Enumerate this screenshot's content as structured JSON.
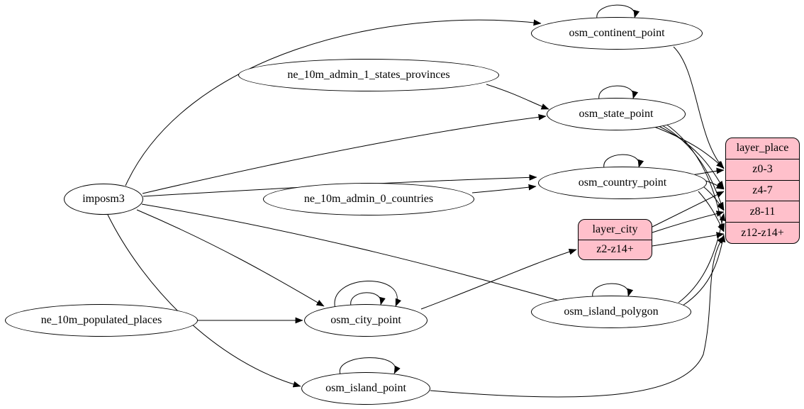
{
  "diagram": {
    "type": "graphviz-etl-flow",
    "colors": {
      "background": "#ffffff",
      "edge_stroke": "#000000",
      "ellipse_fill": "#ffffff",
      "record_fill": "#ffc0cb",
      "text": "#000000"
    },
    "nodes": [
      {
        "id": "imposm3",
        "label": "imposm3",
        "type": "ellipse"
      },
      {
        "id": "ne_10m_admin_1_states_provinces",
        "label": "ne_10m_admin_1_states_provinces",
        "type": "ellipse"
      },
      {
        "id": "ne_10m_admin_0_countries",
        "label": "ne_10m_admin_0_countries",
        "type": "ellipse"
      },
      {
        "id": "ne_10m_populated_places",
        "label": "ne_10m_populated_places",
        "type": "ellipse"
      },
      {
        "id": "osm_continent_point",
        "label": "osm_continent_point",
        "type": "ellipse"
      },
      {
        "id": "osm_state_point",
        "label": "osm_state_point",
        "type": "ellipse"
      },
      {
        "id": "osm_country_point",
        "label": "osm_country_point",
        "type": "ellipse"
      },
      {
        "id": "osm_city_point",
        "label": "osm_city_point",
        "type": "ellipse"
      },
      {
        "id": "osm_island_polygon",
        "label": "osm_island_polygon",
        "type": "ellipse"
      },
      {
        "id": "osm_island_point",
        "label": "osm_island_point",
        "type": "ellipse"
      },
      {
        "id": "layer_city",
        "type": "record",
        "rows": [
          "layer_city",
          "z2-z14+"
        ]
      },
      {
        "id": "layer_place",
        "type": "record",
        "rows": [
          "layer_place",
          "z0-3",
          "z4-7",
          "z8-11",
          "z12-z14+"
        ]
      }
    ],
    "edges": [
      {
        "from": "imposm3",
        "to": "osm_continent_point"
      },
      {
        "from": "imposm3",
        "to": "osm_state_point"
      },
      {
        "from": "imposm3",
        "to": "osm_country_point"
      },
      {
        "from": "imposm3",
        "to": "osm_city_point"
      },
      {
        "from": "imposm3",
        "to": "osm_island_polygon"
      },
      {
        "from": "imposm3",
        "to": "osm_island_point"
      },
      {
        "from": "ne_10m_admin_1_states_provinces",
        "to": "osm_state_point"
      },
      {
        "from": "ne_10m_admin_0_countries",
        "to": "osm_country_point"
      },
      {
        "from": "ne_10m_populated_places",
        "to": "osm_city_point"
      },
      {
        "from": "osm_continent_point",
        "to": "osm_continent_point",
        "loop": 1
      },
      {
        "from": "osm_state_point",
        "to": "osm_state_point",
        "loop": 1
      },
      {
        "from": "osm_country_point",
        "to": "osm_country_point",
        "loop": 1
      },
      {
        "from": "osm_city_point",
        "to": "osm_city_point",
        "loop": 1
      },
      {
        "from": "osm_city_point",
        "to": "osm_city_point",
        "loop": 2
      },
      {
        "from": "osm_island_polygon",
        "to": "osm_island_polygon",
        "loop": 1
      },
      {
        "from": "osm_island_point",
        "to": "osm_island_point",
        "loop": 1
      },
      {
        "from": "osm_continent_point",
        "to": "layer_place",
        "port": "z0-3"
      },
      {
        "from": "osm_state_point",
        "to": "layer_place",
        "port": "z0-3"
      },
      {
        "from": "osm_state_point",
        "to": "layer_place",
        "port": "z4-7"
      },
      {
        "from": "osm_state_point",
        "to": "layer_place",
        "port": "z8-11"
      },
      {
        "from": "osm_state_point",
        "to": "layer_place",
        "port": "z12-z14+"
      },
      {
        "from": "osm_country_point",
        "to": "layer_place",
        "port": "z0-3"
      },
      {
        "from": "osm_country_point",
        "to": "layer_place",
        "port": "z4-7"
      },
      {
        "from": "osm_country_point",
        "to": "layer_place",
        "port": "z8-11"
      },
      {
        "from": "osm_country_point",
        "to": "layer_place",
        "port": "z12-z14+"
      },
      {
        "from": "osm_city_point",
        "to": "layer_city",
        "port": "z2-z14+"
      },
      {
        "from": "layer_city",
        "to": "layer_place",
        "port": "z4-7"
      },
      {
        "from": "layer_city",
        "to": "layer_place",
        "port": "z8-11"
      },
      {
        "from": "layer_city",
        "to": "layer_place",
        "port": "z12-z14+"
      },
      {
        "from": "osm_island_polygon",
        "to": "layer_place",
        "port": "z8-11"
      },
      {
        "from": "osm_island_polygon",
        "to": "layer_place",
        "port": "z12-z14+"
      },
      {
        "from": "osm_island_point",
        "to": "layer_place",
        "port": "z12-z14+"
      }
    ]
  }
}
